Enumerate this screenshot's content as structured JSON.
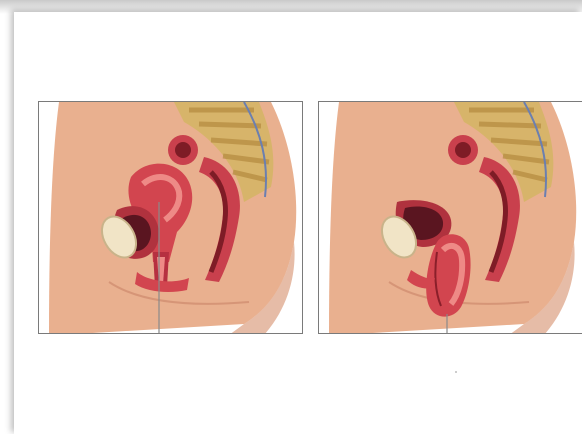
{
  "figure": {
    "panels": [
      {
        "id": "left",
        "state": "normal-anatomy"
      },
      {
        "id": "right",
        "state": "prolapse"
      }
    ],
    "colors": {
      "skin": "#e9b08f",
      "skin_shadow": "#d68f6c",
      "organ": "#d2454f",
      "organ_light": "#ee8a86",
      "organ_dark": "#8a1f2a",
      "bladder": "#f1e4c6",
      "spine": "#d7b46a",
      "border": "#7a7a7a"
    }
  }
}
